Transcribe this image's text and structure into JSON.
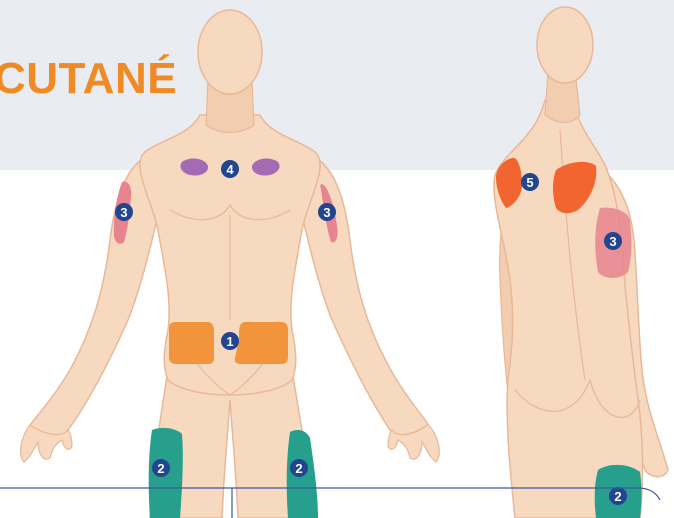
{
  "header": {
    "title": "CUTANÉ"
  },
  "colors": {
    "band": "#e9edf1",
    "title": "#f08a24",
    "skin": "#f7d9c0",
    "skin_shadow": "#e8b899",
    "zone_abdomen": "#f2943c",
    "zone_thigh": "#26a08c",
    "zone_arm": "#e6848f",
    "zone_chest": "#a46bb4",
    "zone_shoulder": "#f26530",
    "badge": "#21458f"
  },
  "zones": [
    {
      "id": "abdomen",
      "number": "1"
    },
    {
      "id": "thigh",
      "number": "2"
    },
    {
      "id": "arm",
      "number": "3"
    },
    {
      "id": "chest",
      "number": "4"
    },
    {
      "id": "shoulder-blade",
      "number": "5"
    }
  ],
  "badges": {
    "front_chest": "4",
    "front_arm_left": "3",
    "front_arm_right": "3",
    "front_abdomen": "1",
    "front_thigh_left": "2",
    "front_thigh_right": "2",
    "back_shoulder": "5",
    "back_arm": "3",
    "back_thigh": "2"
  }
}
